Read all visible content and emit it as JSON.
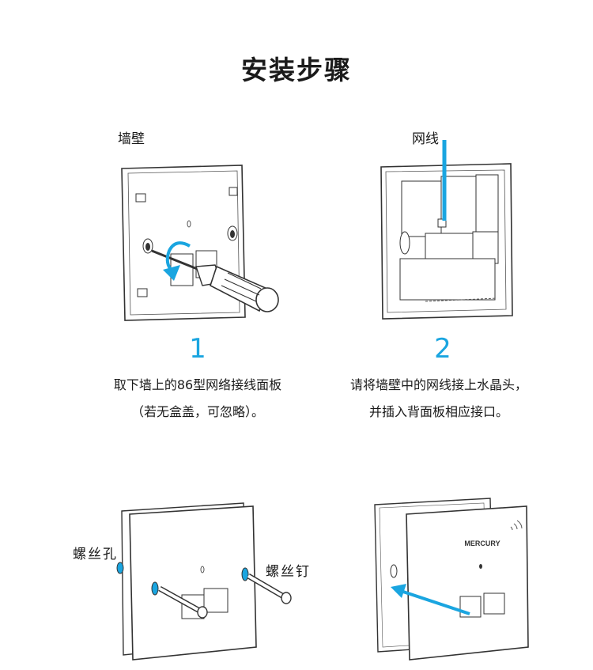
{
  "title": "安装步骤",
  "steps": [
    {
      "number": "1",
      "label": "墙壁",
      "caption_line1": "取下墙上的86型网络接线面板",
      "caption_line2": "（若无盒盖，可忽略）。"
    },
    {
      "number": "2",
      "label": "网线",
      "caption_line1": "请将墙壁中的网线接上水晶头，",
      "caption_line2": "并插入背面板相应接口。"
    }
  ],
  "bottom_labels": {
    "screw_hole": "螺丝孔",
    "screw": "螺丝钉"
  },
  "brand": "MERCURY",
  "colors": {
    "accent": "#1aa5e0",
    "line": "#333333"
  }
}
